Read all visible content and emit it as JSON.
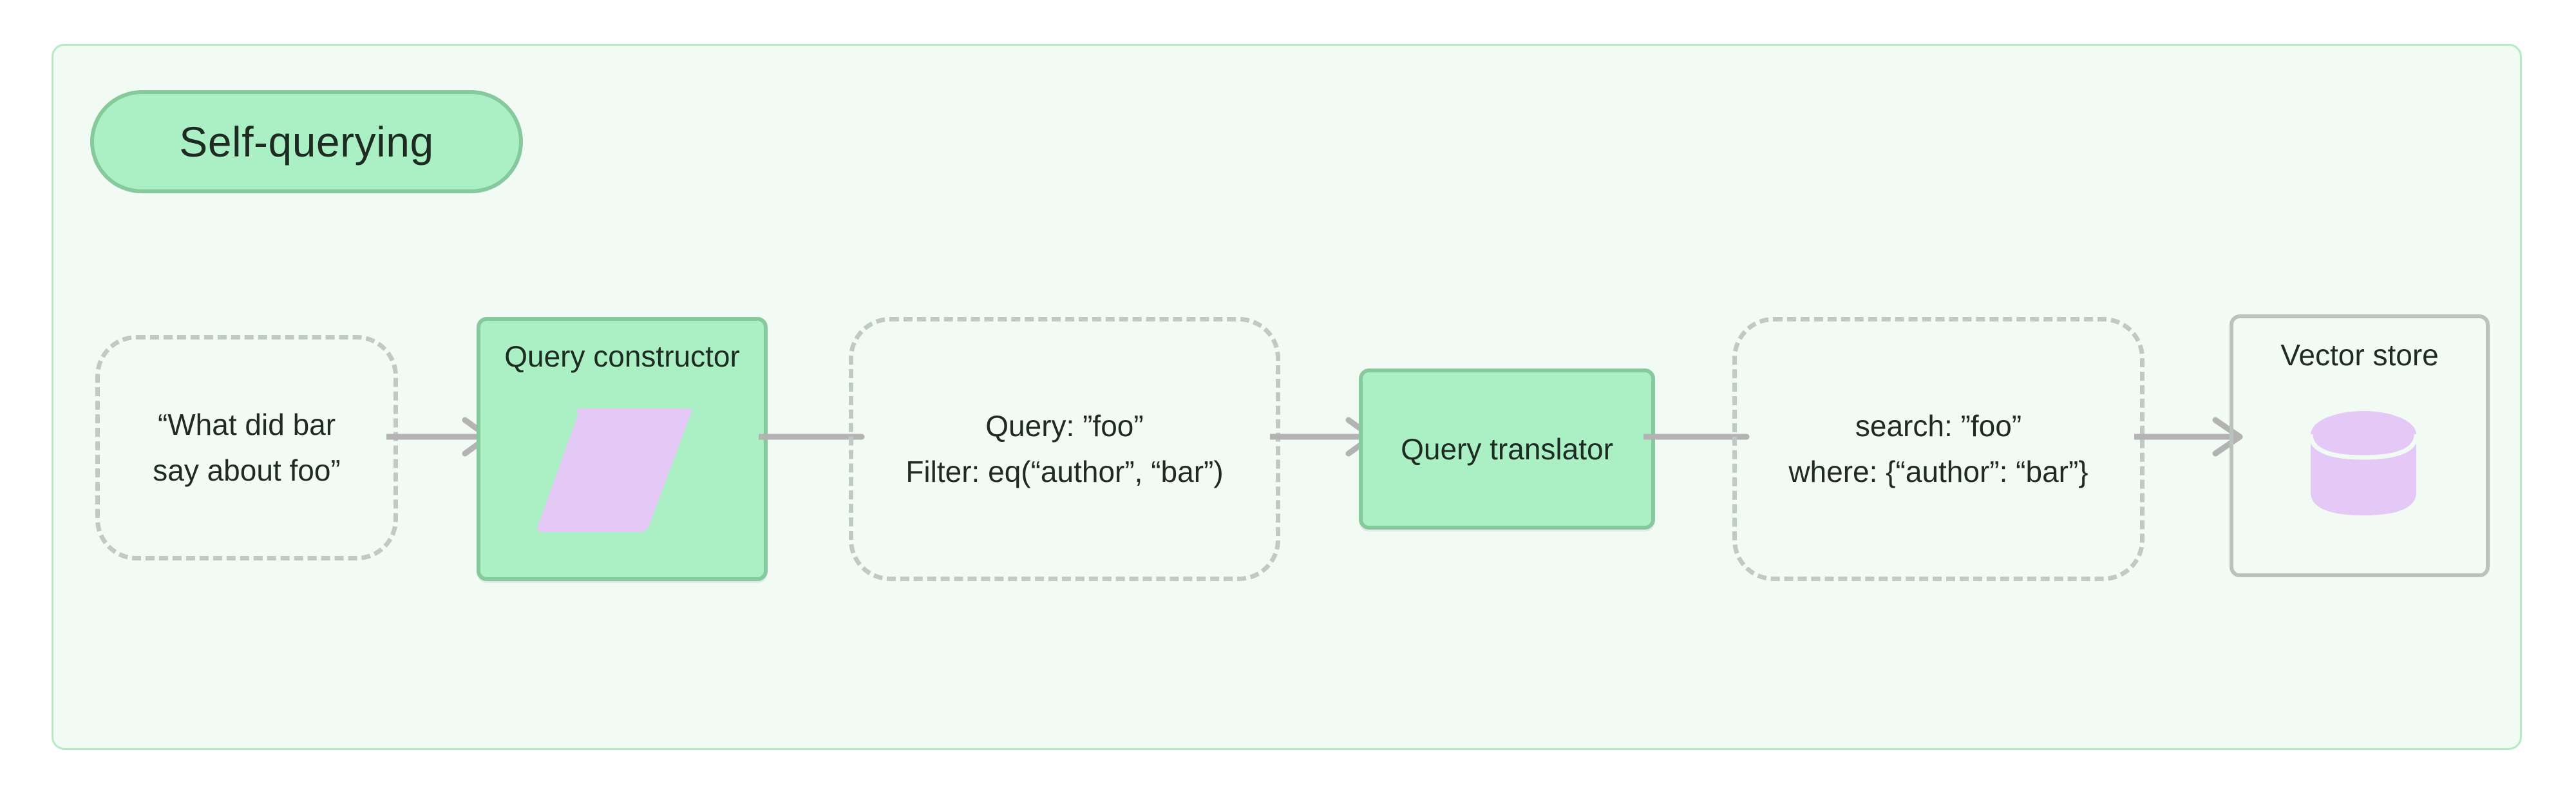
{
  "diagram": {
    "title": "Self-querying",
    "container_bg": "#f2faf4",
    "container_border": "#b8e8c4",
    "accent_green": "#abefc4",
    "accent_green_border": "#85c99c",
    "accent_purple": "#e4c9f7",
    "dashed_gray": "#bfcac4",
    "edge_gray": "#b3b3b3",
    "text_color": "#1d2b22"
  },
  "nodes": [
    {
      "id": "user-question",
      "kind": "dashed",
      "lines": [
        "“What did bar",
        "say about foo”"
      ]
    },
    {
      "id": "query-constructor",
      "kind": "process",
      "title": "Query constructor",
      "icon": "parallelogram-icon"
    },
    {
      "id": "structured-query",
      "kind": "dashed",
      "lines": [
        "Query: ”foo”",
        "Filter: eq(“author”, “bar”)"
      ]
    },
    {
      "id": "query-translator",
      "kind": "process",
      "title": "Query translator",
      "icon": null
    },
    {
      "id": "native-query",
      "kind": "dashed",
      "lines": [
        "search: ”foo”",
        "where: {“author”: “bar”}"
      ]
    },
    {
      "id": "vector-store",
      "kind": "store",
      "title": "Vector store",
      "icon": "database-cylinder-icon"
    }
  ],
  "edges": [
    {
      "from": "user-question",
      "to": "query-constructor",
      "arrowhead": true
    },
    {
      "from": "query-constructor",
      "to": "structured-query",
      "arrowhead": false
    },
    {
      "from": "structured-query",
      "to": "query-translator",
      "arrowhead": true
    },
    {
      "from": "query-translator",
      "to": "native-query",
      "arrowhead": false
    },
    {
      "from": "native-query",
      "to": "vector-store",
      "arrowhead": true
    }
  ]
}
